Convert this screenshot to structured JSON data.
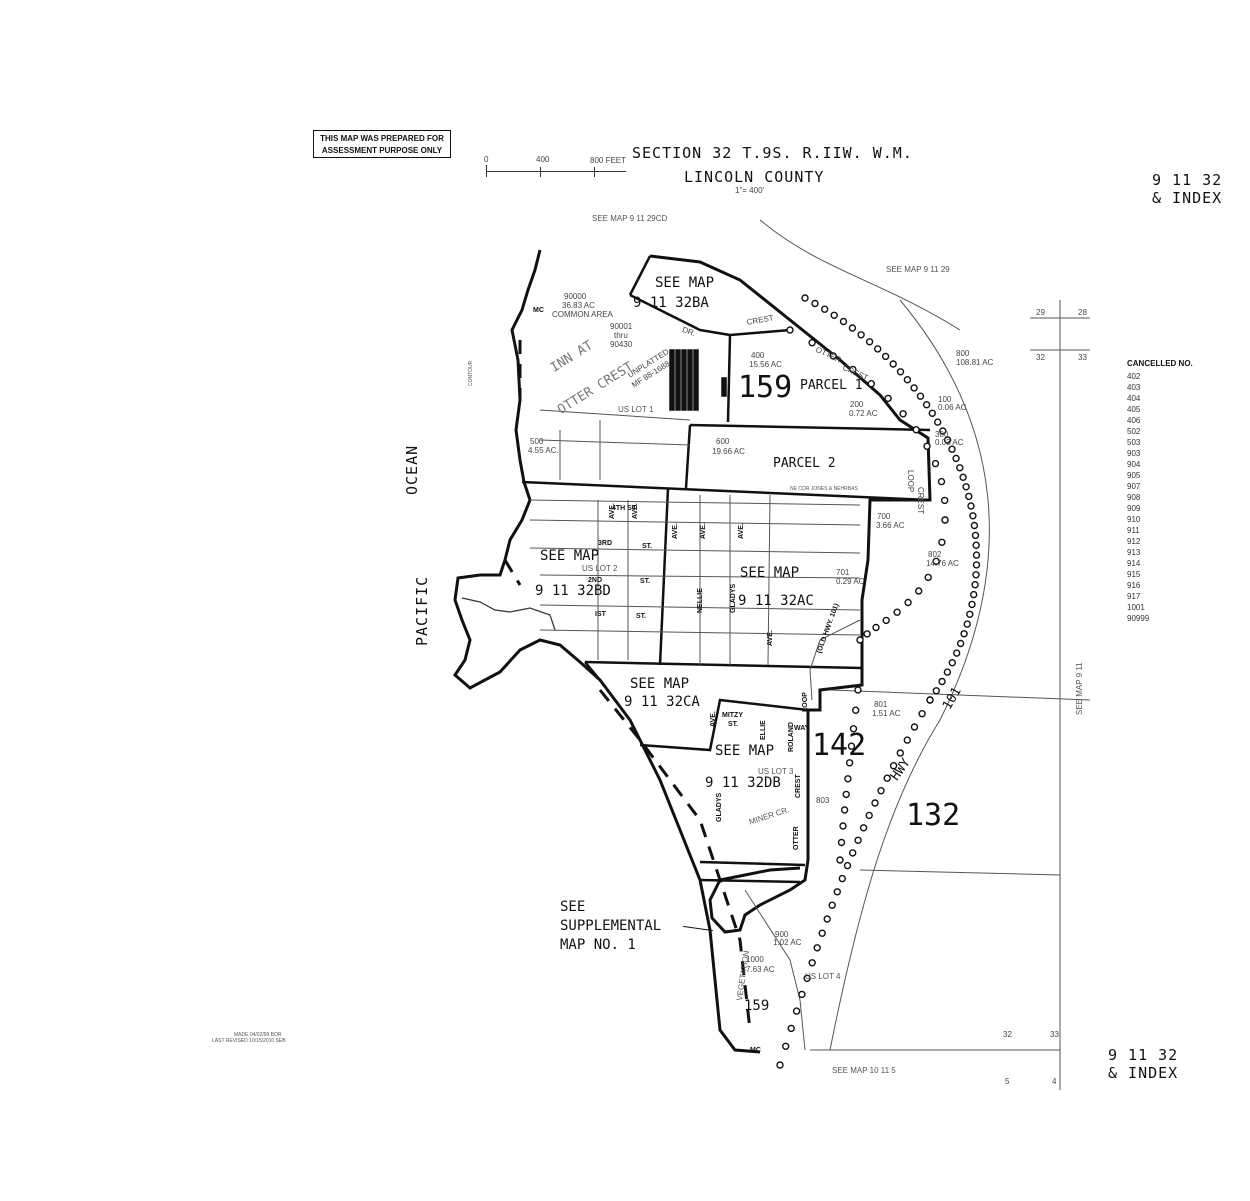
{
  "header": {
    "prepared_notice_line1": "THIS MAP WAS PREPARED FOR",
    "prepared_notice_line2": "ASSESSMENT PURPOSE ONLY",
    "section": "SECTION 32 T.9S. R.IIW. W.M.",
    "county": "LINCOLN COUNTY",
    "scale_text": "1\"= 400'",
    "scale_bar": {
      "t0": "0",
      "t400": "400",
      "t800": "800 FEET"
    }
  },
  "index_top": {
    "line1": "9 11 32",
    "line2": "& INDEX"
  },
  "index_bottom": {
    "line1": "9 11 32",
    "line2": "& INDEX"
  },
  "see_maps": {
    "north_29cd": "SEE MAP 9 11 29CD",
    "north_29": "SEE MAP 9 11 29",
    "east_side": "SEE MAP 9 11",
    "south": "SEE MAP 10 11 5"
  },
  "water": {
    "ocean": "OCEAN",
    "pacific": "PACIFIC"
  },
  "sub_maps": [
    {
      "l1": "SEE MAP",
      "l2": "9 11 32BA"
    },
    {
      "l1": "SEE MAP",
      "l2": "9 11 32BD"
    },
    {
      "l1": "SEE MAP",
      "l2": "9 11 32AC"
    },
    {
      "l1": "SEE MAP",
      "l2": "9 11 32CA"
    },
    {
      "l1": "SEE MAP",
      "l2": "9 11 32DB"
    }
  ],
  "supplemental": {
    "l1": "SEE",
    "l2": "SUPPLEMENTAL",
    "l3": "MAP NO. 1"
  },
  "big_numbers": {
    "n159_top": "159",
    "n142": "142",
    "n132": "132",
    "n159_bottom": "159"
  },
  "parcels": {
    "parcel1": "PARCEL 1",
    "parcel2": "PARCEL 2",
    "p90000": "90000",
    "p90000_ac": "36.83 AC",
    "common_area": "COMMON AREA",
    "p90001": "90001",
    "p90001_thru": "thru",
    "p90430": "90430",
    "p400": "400",
    "p400_ac": "15.56 AC",
    "p200": "200",
    "p200_ac": "0.72 AC",
    "p600": "600",
    "p600_ac": "19.66 AC",
    "p800": "800",
    "p800_ac": "108.81 AC",
    "p100": "100",
    "p100_ac": "0.06 AC",
    "p300": "300",
    "p300_ac": "0.03 AC",
    "p500": "500",
    "p500_ac": "4.55 AC.",
    "p700": "700",
    "p700_ac": "3.66 AC",
    "p701": "701",
    "p701_ac": "0.29 AC",
    "p802": "802",
    "p802_ac": "14.76 AC",
    "p801": "801",
    "p801_ac": "1.51 AC",
    "p803": "803",
    "p900": "900",
    "p900_ac": "1.02 AC",
    "p1000": "1000",
    "p1000_ac": "7.63 AC"
  },
  "us_lots": {
    "lot1": "US LOT 1",
    "lot2": "US LOT 2",
    "lot3": "US LOT 3",
    "lot4": "US LOT 4"
  },
  "streets": {
    "otter_crest_top": "OTTER",
    "crest_top": "CREST",
    "inn_at": "INN AT",
    "otter_crest_name": "OTTER CREST",
    "unplatted": "UNPLATTED",
    "mf": "MF 88-1688",
    "loop": "LOOP",
    "crest_r": "CREST",
    "st4": "4TH ST.",
    "st3": "3RD",
    "st2": "2ND",
    "st1": "IST",
    "st_lbl": "ST.",
    "ave": "AVE.",
    "nellie": "NELLIE",
    "gladys": "GLADYS",
    "old_hwy": "(OLD HWY. 101)",
    "hwy": "HWY",
    "hwy101": "101",
    "mitzy": "MITZY",
    "ellie": "ELLIE",
    "roland": "ROLAND",
    "way": "WAY",
    "loop2": "LOOP",
    "crest2": "CREST",
    "otter2": "OTTER",
    "miner": "MINER CR.",
    "gladys2": "GLADYS",
    "vegetation": "VEGETATION",
    "dr": "DR.",
    "crest_small": "CREST"
  },
  "section_corners": {
    "tr_29": "29",
    "tr_28": "28",
    "tr_32": "32",
    "tr_33": "33",
    "br_32": "32",
    "br_33": "33",
    "br_5": "5",
    "br_4": "4"
  },
  "misc": {
    "mc_top": "MC",
    "mc_bottom": "MC",
    "made_note": "MADE 04/02/99 BOR",
    "revised_note": "LAST REVISED 10/15/2010 SEB",
    "contour": "CONTOUR",
    "ne_cor": "NE COR JONES & NEHRBAS"
  },
  "cancelled": {
    "header": "CANCELLED NO.",
    "items": [
      "402",
      "403",
      "404",
      "405",
      "406",
      "502",
      "503",
      "903",
      "904",
      "905",
      "907",
      "908",
      "909",
      "910",
      "911",
      "912",
      "913",
      "914",
      "915",
      "916",
      "917",
      "1001",
      "90999"
    ]
  }
}
